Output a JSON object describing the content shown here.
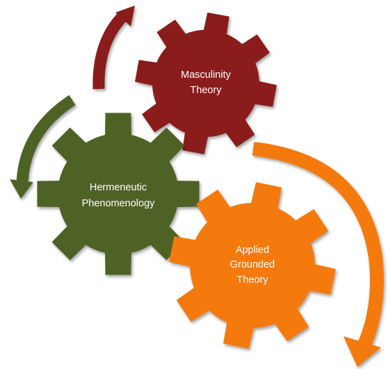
{
  "colors": {
    "red": "#8b1a1a",
    "green": "#4f6228",
    "orange": "#f47a0e",
    "background": "#ffffff",
    "label": "#ffffff"
  },
  "gears": [
    {
      "key": "masculinity",
      "color": "red",
      "lines": [
        "Masculinity",
        "Theory"
      ]
    },
    {
      "key": "hermeneutic",
      "color": "green",
      "lines": [
        "Hermeneutic",
        "Phenomenology"
      ]
    },
    {
      "key": "applied",
      "color": "orange",
      "lines": [
        "Applied",
        "Grounded",
        "Theory"
      ]
    }
  ],
  "arrows": [
    {
      "key": "red-arrow",
      "color": "red",
      "icon": "curved-arrow-up-right"
    },
    {
      "key": "green-arrow",
      "color": "green",
      "icon": "curved-arrow-down-left"
    },
    {
      "key": "orange-arrow",
      "color": "orange",
      "icon": "curved-arrow-down-right"
    }
  ]
}
